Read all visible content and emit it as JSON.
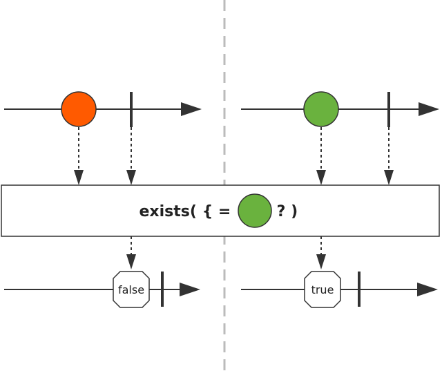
{
  "colors": {
    "line": "#333333",
    "divider": "#bbbbbb",
    "marble_orange": "#ff5a00",
    "marble_green": "#6ab23e",
    "operator_bg": "#ffffff"
  },
  "operator": {
    "label_prefix": "exists( { = ",
    "label_suffix": " ? )",
    "marble_icon": "green-circle"
  },
  "left_example": {
    "input_marble_color": "orange",
    "result_label": "false"
  },
  "right_example": {
    "input_marble_color": "green",
    "result_label": "true"
  }
}
